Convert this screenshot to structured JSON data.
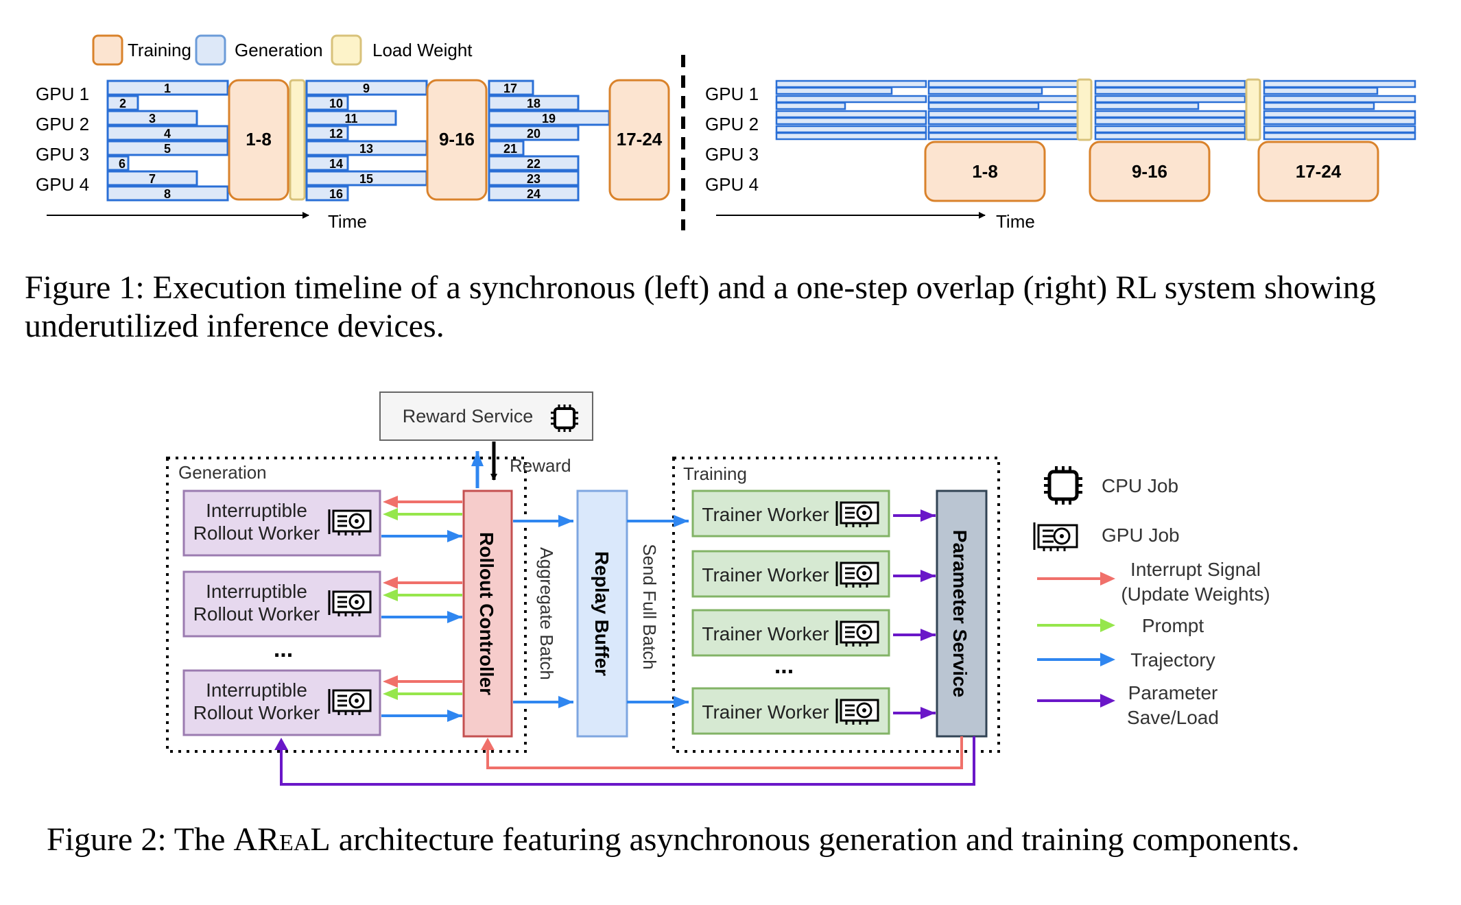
{
  "figure1": {
    "legend": [
      {
        "label": "Training",
        "fill": "#fce4d0",
        "stroke": "#d9822b"
      },
      {
        "label": "Generation",
        "fill": "#dde8f8",
        "stroke": "#6b9bd8"
      },
      {
        "label": "Load Weight",
        "fill": "#fdf3c9",
        "stroke": "#d8c27a"
      }
    ],
    "gpu_labels": [
      "GPU 1",
      "GPU 2",
      "GPU 3",
      "GPU 4"
    ],
    "time_label": "Time",
    "left_jobs": [
      "1",
      "2",
      "3",
      "4",
      "5",
      "6",
      "7",
      "8",
      "9",
      "10",
      "11",
      "12",
      "13",
      "14",
      "15",
      "16",
      "17",
      "18",
      "19",
      "20",
      "21",
      "22",
      "23",
      "24"
    ],
    "training_blocks": [
      "1-8",
      "9-16",
      "17-24"
    ]
  },
  "caption1": {
    "prefix": "Figure 1:",
    "text": "Execution timeline of a synchronous (left) and a one-step overlap (right) RL system showing underutilized inference devices."
  },
  "figure2": {
    "reward_service": "Reward Service",
    "reward_label": "Reward",
    "generation_label": "Generation",
    "training_label": "Training",
    "rollout_worker_lines": [
      "Interruptible",
      "Rollout Worker"
    ],
    "ellipsis": "...",
    "rollout_controller": "Rollout Controller",
    "aggregate_batch": "Aggregate Batch",
    "replay_buffer": "Replay Buffer",
    "send_full_batch": "Send Full Batch",
    "trainer_worker": "Trainer Worker",
    "parameter_service": "Parameter Service",
    "legend": {
      "cpu_job": "CPU Job",
      "gpu_job": "GPU Job",
      "interrupt_lines": [
        "Interrupt Signal",
        "(Update Weights)"
      ],
      "prompt": "Prompt",
      "trajectory": "Trajectory",
      "param_lines": [
        "Parameter",
        "Save/Load"
      ]
    },
    "colors": {
      "interrupt": "#f0706a",
      "prompt": "#96e64c",
      "trajectory": "#2f86f0",
      "parameter": "#6a17c8",
      "worker_fill": "#e6d8ee",
      "worker_stroke": "#9b7bb0",
      "controller_fill": "#f6cccb",
      "controller_stroke": "#c45050",
      "buffer_fill": "#dae8fb",
      "buffer_stroke": "#7ea6e0",
      "trainer_fill": "#d6e9d2",
      "trainer_stroke": "#82b366",
      "param_fill": "#bac5d2",
      "param_stroke": "#314354"
    }
  },
  "caption2": {
    "prefix": "Figure 2: The",
    "system": "AReaL",
    "text": "architecture featuring asynchronous generation and training components."
  }
}
